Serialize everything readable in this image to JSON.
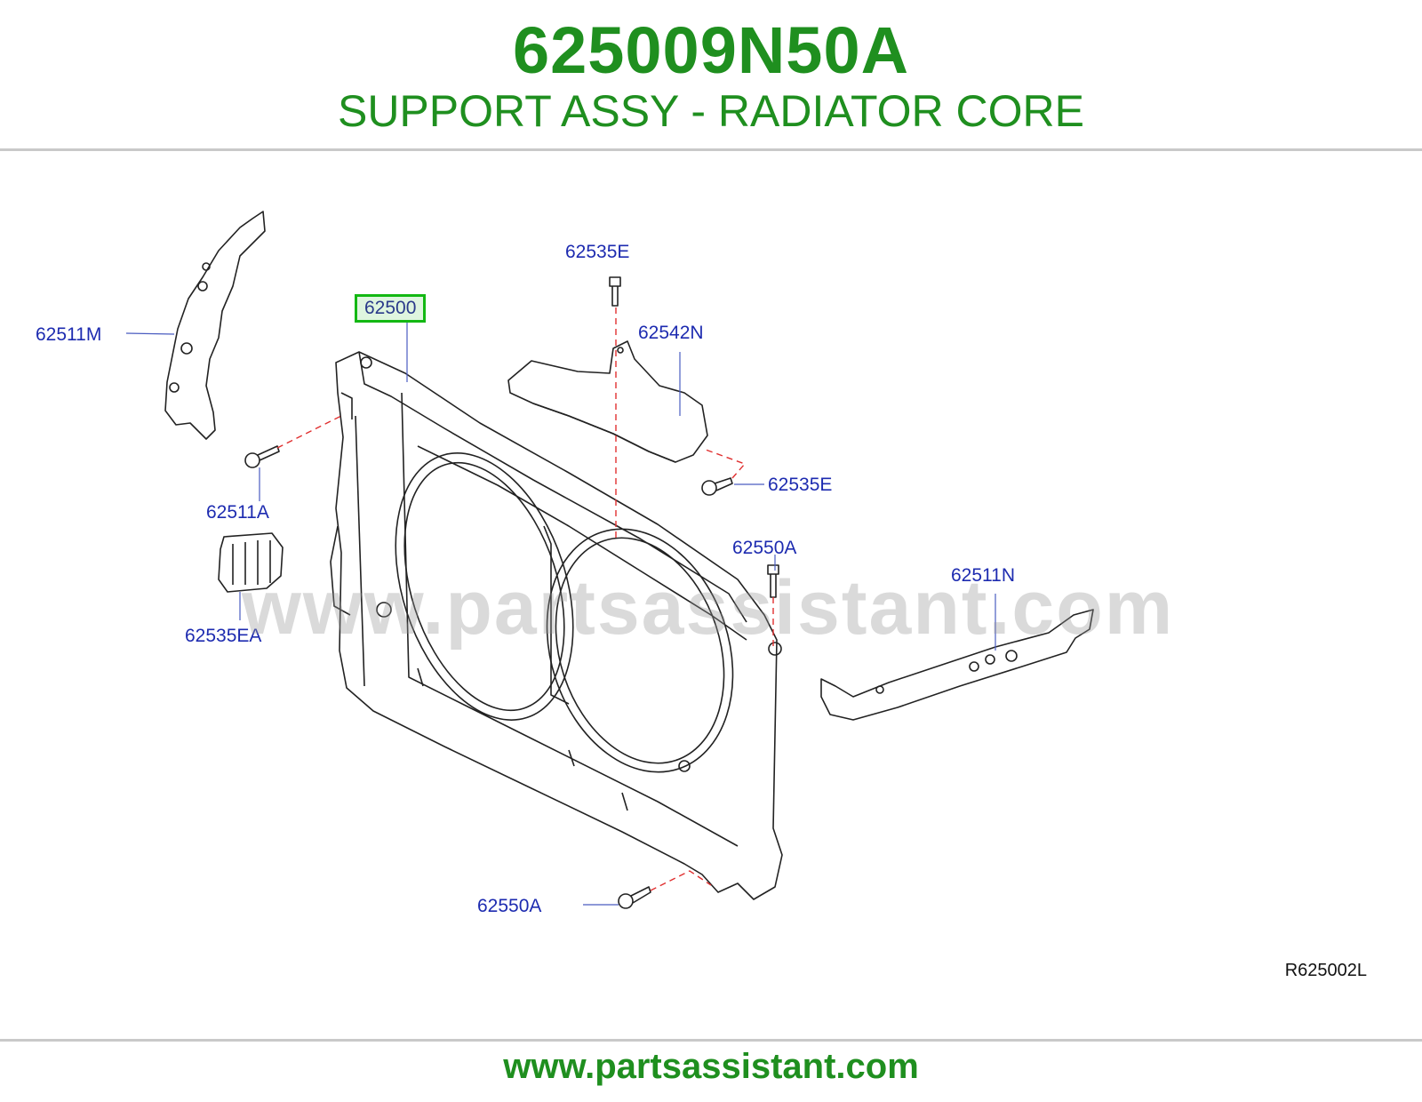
{
  "header": {
    "part_number": "625009N50A",
    "description": "SUPPORT ASSY - RADIATOR CORE"
  },
  "callouts": {
    "c62511M": "62511M",
    "c62500": "62500",
    "c62535E_top": "62535E",
    "c62542N": "62542N",
    "c62535E_right": "62535E",
    "c62511A": "62511A",
    "c62550A_top": "62550A",
    "c62511N": "62511N",
    "c62535EA": "62535EA",
    "c62550A_bottom": "62550A"
  },
  "diagram_ref": "R625002L",
  "watermark": "www.partsassistant.com",
  "footer": {
    "site": "www.partsassistant.com"
  },
  "colors": {
    "brand_green": "#1f8f1f",
    "callout_blue": "#1d2bb0",
    "highlight_border": "#13b813",
    "leader_red": "#e03030"
  }
}
